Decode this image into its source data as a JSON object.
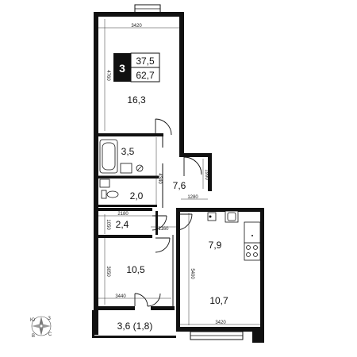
{
  "badge": {
    "rooms": "3",
    "living_area": "37,5",
    "total_area": "62,7"
  },
  "rooms": {
    "bedroom_top": "16,3",
    "bathroom": "3,5",
    "wc": "2,0",
    "hall": "7,6",
    "storage": "2,4",
    "bedroom_bottom": "10,5",
    "kitchen_hall": "7,9",
    "living": "10,7",
    "balcony": "3,6 (1,8)"
  },
  "dimensions": {
    "top_width": "3420",
    "top_height": "4760",
    "hall_depth": "4340",
    "hall_niche": "1990",
    "hall_width": "1280",
    "storage_width": "2180",
    "storage_height": "1050",
    "corridor": "1160",
    "bottom_height": "3050",
    "bottom_width": "3440",
    "right_height": "5400",
    "right_width": "3420"
  },
  "compass": {
    "n": "З",
    "w": "Ю",
    "s": "В",
    "e": "С"
  },
  "colors": {
    "wall": "#111111",
    "badge_bg": "#111111"
  }
}
